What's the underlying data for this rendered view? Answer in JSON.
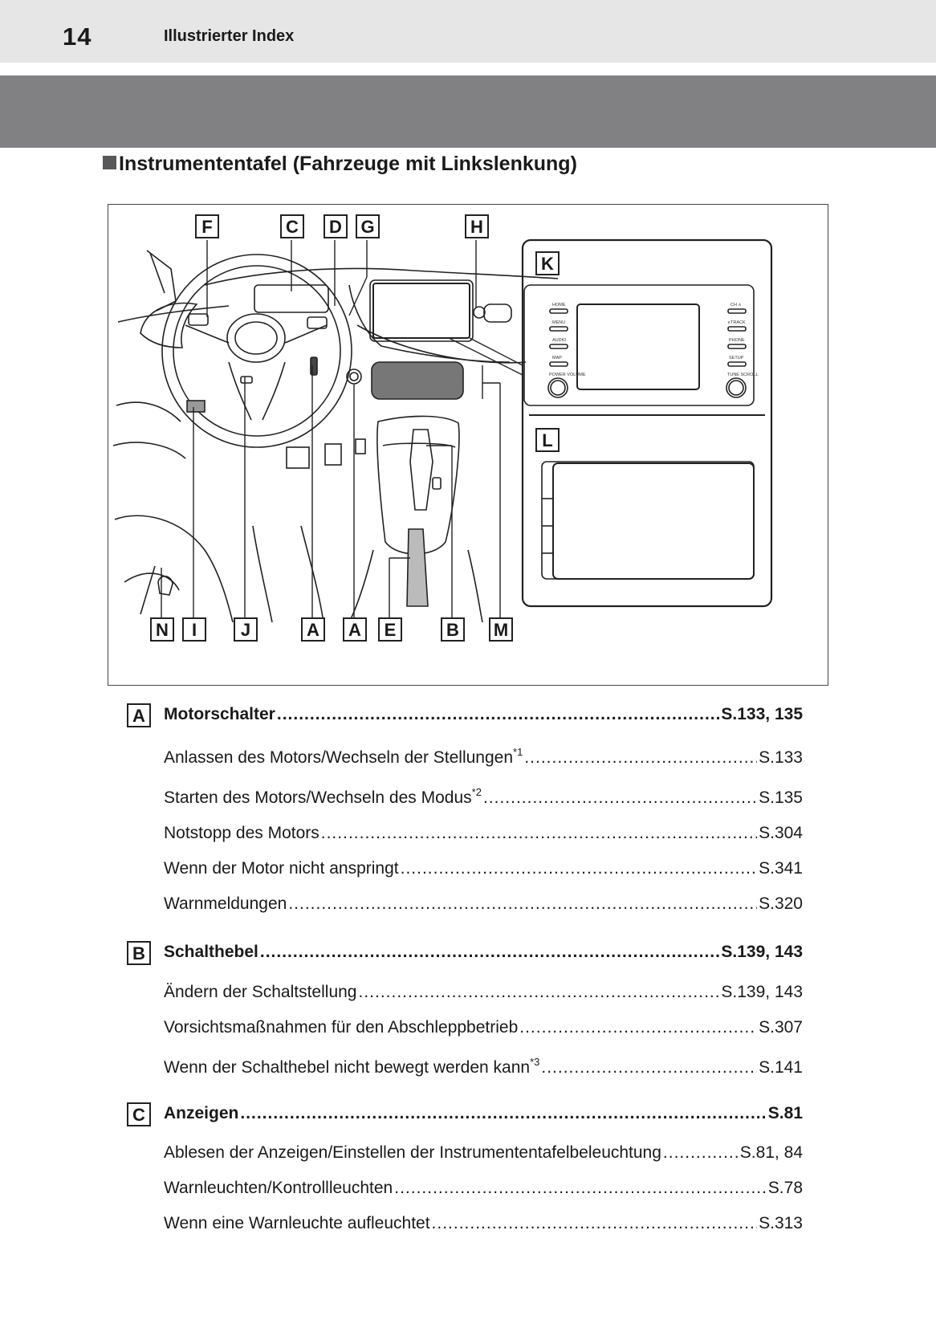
{
  "header": {
    "page_number": "14",
    "title": "Illustrierter Index"
  },
  "section_title": "Instrumententafel (Fahrzeuge mit Linkslenkung)",
  "figure": {
    "top_labels": [
      "F",
      "C",
      "D",
      "G",
      "H"
    ],
    "bottom_labels": [
      "N",
      "I",
      "J",
      "A",
      "A",
      "E",
      "B",
      "M"
    ],
    "inset_labels": [
      "K",
      "L"
    ],
    "radio_buttons_left": [
      "HOME",
      "MENU",
      "AUDIO",
      "MAP",
      "POWER VOLUME"
    ],
    "radio_buttons_right": [
      "CH ∧",
      "∨TRACK",
      "PHONE",
      "SETUP",
      "TUNE SCROLL"
    ]
  },
  "index": [
    {
      "key": "A",
      "title": "Motorschalter",
      "pages": "S.133, 135",
      "items": [
        {
          "text": "Anlassen des Motors/Wechseln der Stellungen",
          "sup": "*1",
          "pages": "S.133"
        },
        {
          "text": "Starten des Motors/Wechseln des Modus",
          "sup": "*2",
          "pages": "S.135"
        },
        {
          "text": "Notstopp des Motors",
          "sup": "",
          "pages": "S.304"
        },
        {
          "text": "Wenn der Motor nicht anspringt",
          "sup": "",
          "pages": "S.341"
        },
        {
          "text": "Warnmeldungen",
          "sup": "",
          "pages": "S.320"
        }
      ]
    },
    {
      "key": "B",
      "title": "Schalthebel",
      "pages": "S.139, 143",
      "items": [
        {
          "text": "Ändern der Schaltstellung",
          "sup": "",
          "pages": "S.139, 143"
        },
        {
          "text": "Vorsichtsmaßnahmen für den Abschleppbetrieb",
          "sup": "",
          "pages": "S.307"
        },
        {
          "text": "Wenn der Schalthebel nicht bewegt werden kann",
          "sup": "*3",
          "pages": "S.141"
        }
      ]
    },
    {
      "key": "C",
      "title": "Anzeigen",
      "pages": "S.81",
      "items": [
        {
          "text": "Ablesen der Anzeigen/Einstellen der Instrumententafelbeleuchtung",
          "sup": "",
          "pages": "S.81, 84"
        },
        {
          "text": "Warnleuchten/Kontrollleuchten",
          "sup": "",
          "pages": "S.78"
        },
        {
          "text": "Wenn eine Warnleuchte aufleuchtet",
          "sup": "",
          "pages": "S.313"
        }
      ]
    }
  ]
}
